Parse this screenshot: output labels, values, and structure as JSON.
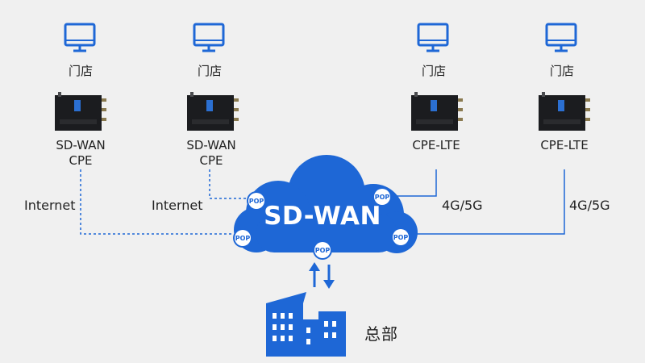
{
  "branches": [
    {
      "label": "门店",
      "device": [
        "SD-WAN",
        "CPE"
      ]
    },
    {
      "label": "门店",
      "device": [
        "SD-WAN",
        "CPE"
      ]
    },
    {
      "label": "门店",
      "device": [
        "CPE-LTE"
      ]
    },
    {
      "label": "门店",
      "device": [
        "CPE-LTE"
      ]
    }
  ],
  "links": {
    "left_1": "Internet",
    "left_2": "Internet",
    "right_1": "4G/5G",
    "right_2": "4G/5G"
  },
  "cloud": {
    "title": "SD-WAN",
    "pop": "POP"
  },
  "hq": {
    "label": "总部"
  },
  "colors": {
    "accent": "#1e67d6",
    "line": "#1e67d6",
    "background": "#f0f0f0"
  },
  "icons": [
    "monitor-icon",
    "router-icon",
    "cloud-icon",
    "pop-node-icon",
    "sync-arrows-icon",
    "buildings-icon"
  ]
}
